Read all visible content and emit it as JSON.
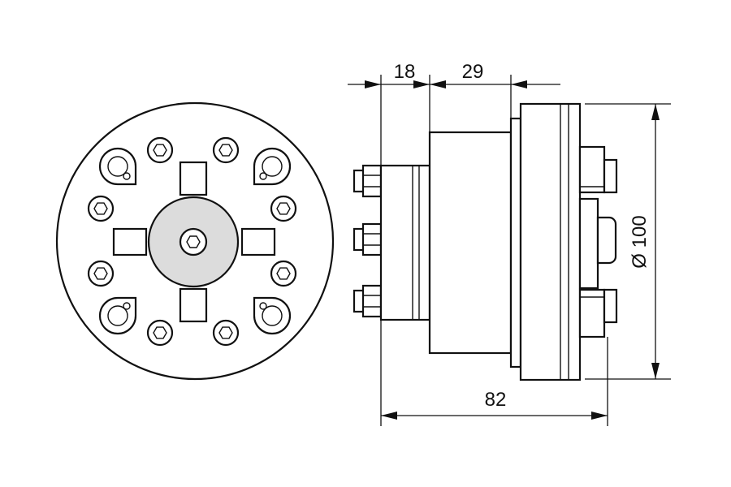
{
  "dimensions": {
    "flange_thickness": "18",
    "body_length": "29",
    "overall_length": "82",
    "diameter": "Ø 100"
  },
  "colors": {
    "line": "#111111",
    "background": "#ffffff",
    "hub_fill": "#dcdcdc"
  }
}
